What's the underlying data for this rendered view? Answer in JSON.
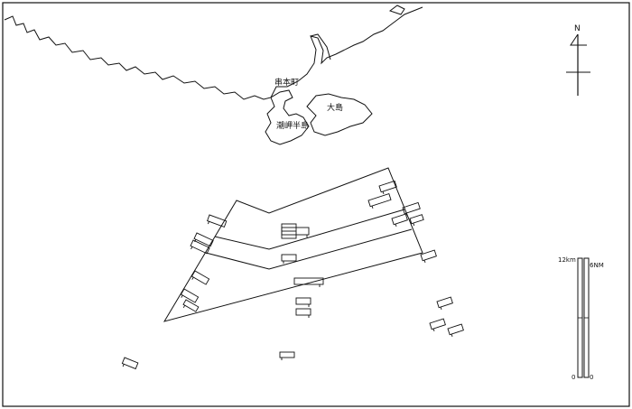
{
  "labels": {
    "town": "串本町",
    "peninsula": "潮岬半島",
    "island": "大島"
  },
  "north_arrow": {
    "label": "N"
  },
  "scale_bar": {
    "km_top": "12km",
    "km_bottom": "0",
    "nm_top": "6NM",
    "nm_bottom": "0"
  },
  "colors": {
    "ink": "#111111",
    "background": "#ffffff"
  }
}
